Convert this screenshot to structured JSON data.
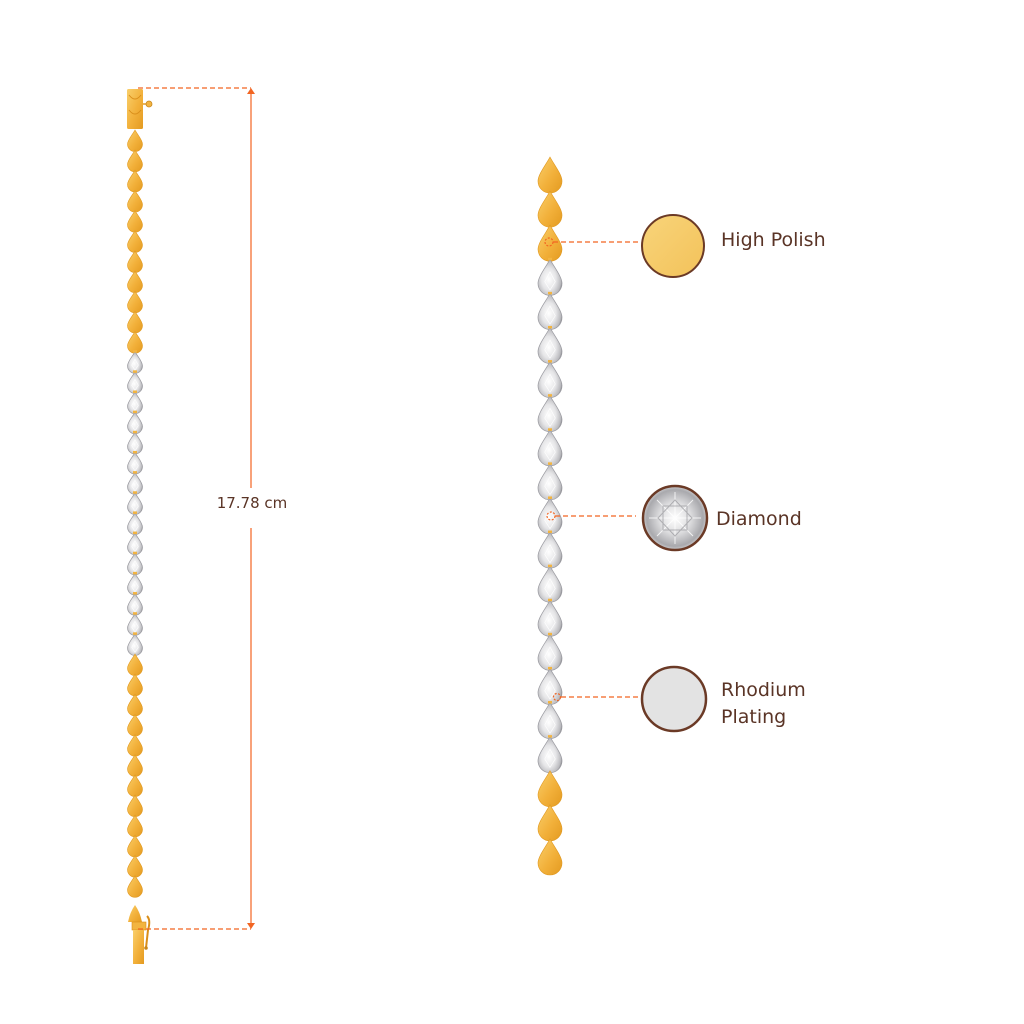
{
  "measurement": {
    "length_label": "17.78 cm"
  },
  "full_bracelet": {
    "top_gold_links": 11,
    "diamond_links": 15,
    "bottom_gold_links": 13
  },
  "detail_view": {
    "top_gold_links": 3,
    "diamond_links": 15,
    "bottom_gold_links": 3
  },
  "callouts": [
    {
      "id": "high-polish",
      "label": "High Polish",
      "swatch": "gold"
    },
    {
      "id": "diamond",
      "label": "Diamond",
      "swatch": "diamond"
    },
    {
      "id": "rhodium",
      "label_line1": "Rhodium",
      "label_line2": "Plating",
      "swatch": "rhodium"
    }
  ],
  "colors": {
    "gold": "#f2b441",
    "gold_dark": "#e09a22",
    "gold_light": "#f8cc6a",
    "swatch_gold": "#f7cd6c",
    "diamond": "#e8e8ea",
    "rhodium": "#e3e3e3",
    "swatch_border": "#6b3a26",
    "dimension_line": "#f26522",
    "text": "#5a3426"
  }
}
